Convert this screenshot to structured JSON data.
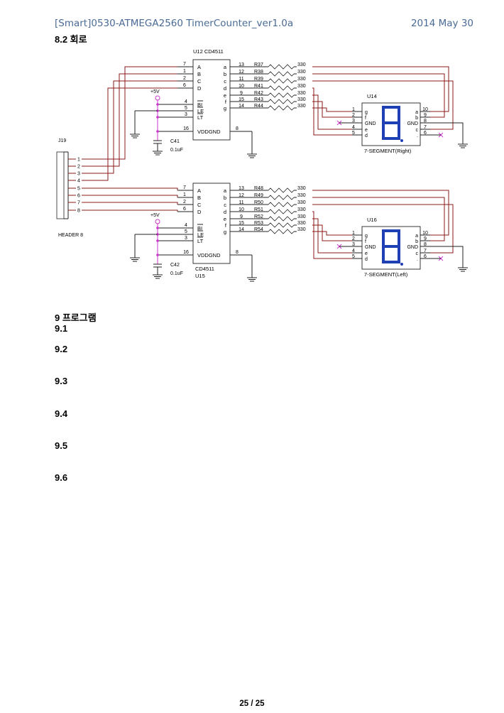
{
  "header": {
    "doc_title": "[Smart]0530-ATMEGA2560 TimerCounter_ver1.0a",
    "date": "2014 May 30"
  },
  "section_82": "8.2 회로",
  "schematic": {
    "connector": {
      "ref": "J19",
      "name": "HEADER 8",
      "pins": [
        "1",
        "2",
        "3",
        "4",
        "5",
        "6",
        "7",
        "8"
      ]
    },
    "upper": {
      "ic_label": "U12 CD4511",
      "ic_inputs": [
        {
          "name": "A",
          "pin": "7"
        },
        {
          "name": "B",
          "pin": "1"
        },
        {
          "name": "C",
          "pin": "2"
        },
        {
          "name": "D",
          "pin": "6"
        }
      ],
      "ic_ctrl": [
        {
          "name": "BI",
          "pin": "4"
        },
        {
          "name": "LE",
          "pin": "5"
        },
        {
          "name": "LT",
          "pin": "3"
        }
      ],
      "ic_outputs": [
        {
          "name": "a",
          "pin": "13"
        },
        {
          "name": "b",
          "pin": "12"
        },
        {
          "name": "c",
          "pin": "11"
        },
        {
          "name": "d",
          "pin": "10"
        },
        {
          "name": "e",
          "pin": "9"
        },
        {
          "name": "f",
          "pin": "15"
        },
        {
          "name": "g",
          "pin": "14"
        }
      ],
      "vdd_pin": "16",
      "gnd_pin": "8",
      "vddgnd": "VDDGND",
      "vcc": "+5V",
      "cap": "C41",
      "cap_value": "0.1uF",
      "resistors": [
        "R37",
        "R38",
        "R39",
        "R41",
        "R42",
        "R43",
        "R44"
      ],
      "res_value": "330",
      "seg_ref": "U14",
      "seg_name": "7-SEGMENT(Right)",
      "seg_left_pins": [
        {
          "pin": "1",
          "name": "g"
        },
        {
          "pin": "2",
          "name": "f"
        },
        {
          "pin": "3",
          "name": "GND"
        },
        {
          "pin": "4",
          "name": "e"
        },
        {
          "pin": "5",
          "name": "d"
        }
      ],
      "seg_right_pins": [
        {
          "pin": "10",
          "name": "a"
        },
        {
          "pin": "9",
          "name": "b"
        },
        {
          "pin": "8",
          "name": "GND"
        },
        {
          "pin": "7",
          "name": "c"
        },
        {
          "pin": "6",
          "name": "."
        }
      ]
    },
    "lower": {
      "ic_label": "CD4511",
      "ic_ref": "U15",
      "ic_inputs": [
        {
          "name": "A",
          "pin": "7"
        },
        {
          "name": "B",
          "pin": "1"
        },
        {
          "name": "C",
          "pin": "2"
        },
        {
          "name": "D",
          "pin": "6"
        }
      ],
      "ic_ctrl": [
        {
          "name": "BI",
          "pin": "4"
        },
        {
          "name": "LE",
          "pin": "5"
        },
        {
          "name": "LT",
          "pin": "3"
        }
      ],
      "ic_outputs": [
        {
          "name": "a",
          "pin": "13"
        },
        {
          "name": "b",
          "pin": "12"
        },
        {
          "name": "c",
          "pin": "11"
        },
        {
          "name": "d",
          "pin": "10"
        },
        {
          "name": "e",
          "pin": "9"
        },
        {
          "name": "f",
          "pin": "15"
        },
        {
          "name": "g",
          "pin": "14"
        }
      ],
      "vdd_pin": "16",
      "gnd_pin": "8",
      "vddgnd": "VDDGND",
      "vcc": "+5V",
      "cap": "C42",
      "cap_value": "0.1uF",
      "resistors": [
        "R48",
        "R49",
        "R50",
        "R51",
        "R52",
        "R53",
        "R54"
      ],
      "res_value": "330",
      "seg_ref": "U16",
      "seg_name": "7-SEGMENT(Left)",
      "seg_left_pins": [
        {
          "pin": "1",
          "name": "g"
        },
        {
          "pin": "2",
          "name": "f"
        },
        {
          "pin": "3",
          "name": "GND"
        },
        {
          "pin": "4",
          "name": "e"
        },
        {
          "pin": "5",
          "name": "d"
        }
      ],
      "seg_right_pins": [
        {
          "pin": "10",
          "name": "a"
        },
        {
          "pin": "9",
          "name": "b"
        },
        {
          "pin": "8",
          "name": "GND"
        },
        {
          "pin": "7",
          "name": "c"
        },
        {
          "pin": "6",
          "name": "."
        }
      ]
    }
  },
  "section_9": "9 프로그램",
  "subsections": [
    "9.1",
    "9.2",
    "9.3",
    "9.4",
    "9.5",
    "9.6"
  ],
  "footer": {
    "page": "25 / 25"
  }
}
